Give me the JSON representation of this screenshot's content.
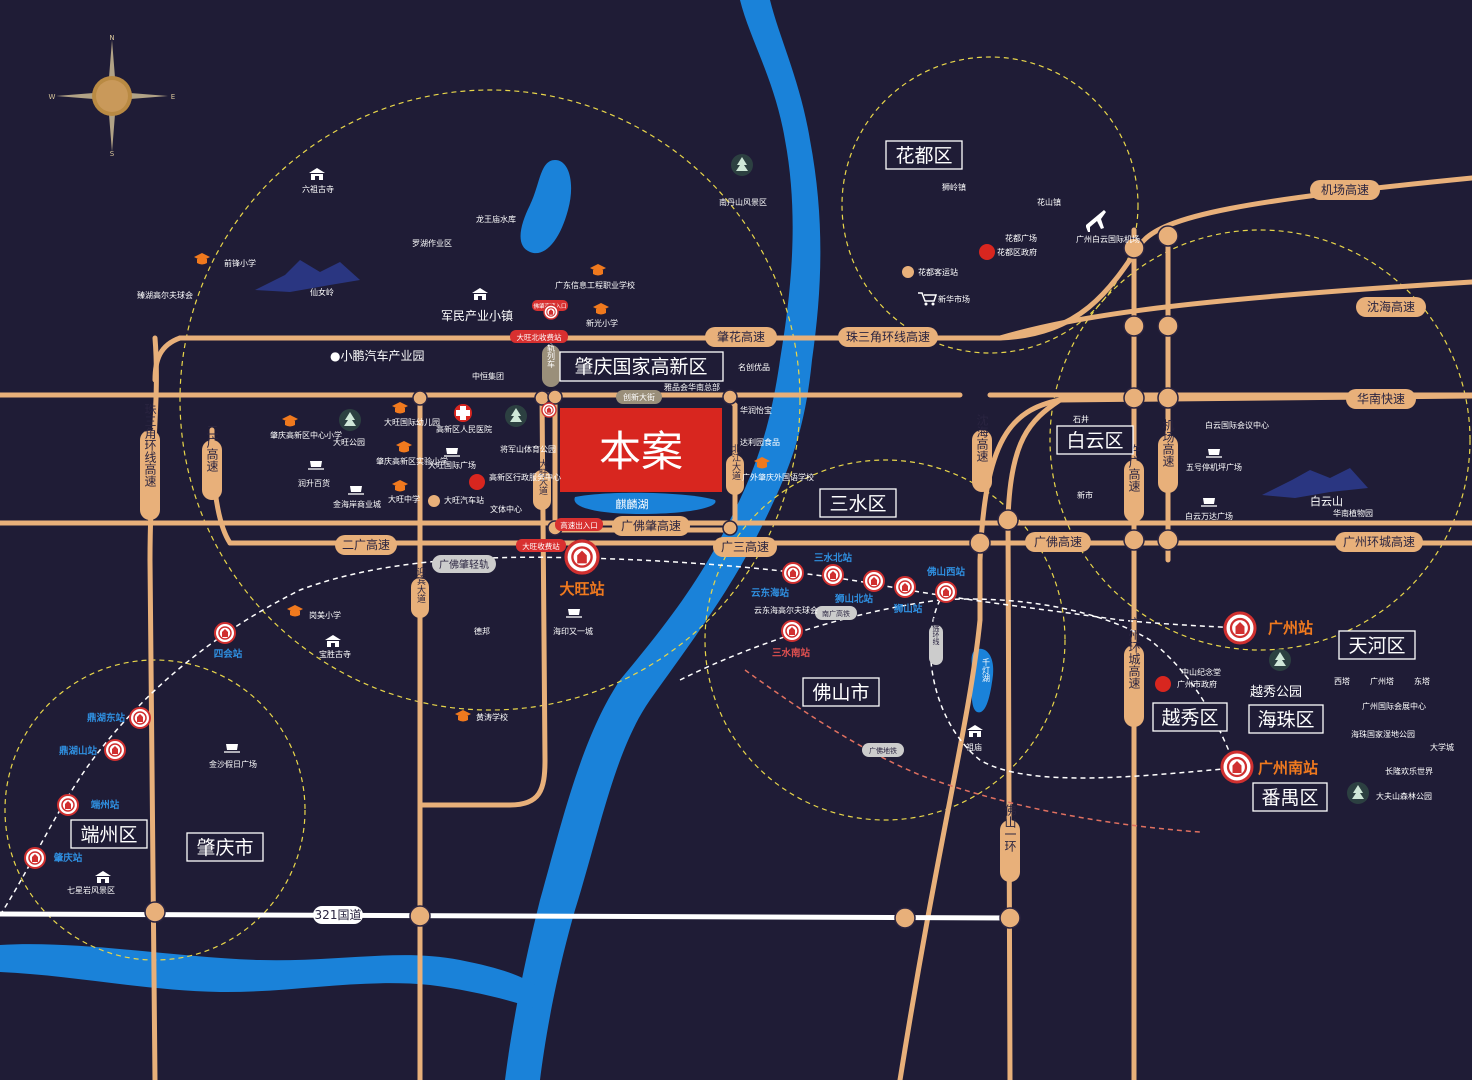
{
  "project": {
    "label": "本案",
    "lake": "麒麟湖"
  },
  "districts": {
    "huadu": "花都区",
    "baiyun": "白云区",
    "sanshui": "三水区",
    "foshan": "佛山市",
    "zhaoqing": "肇庆市",
    "duanzhou": "端州区",
    "yuexiu": "越秀区",
    "haizhu": "海珠区",
    "tianhe": "天河区",
    "panyu": "番禺区",
    "gaoxin": "肇庆国家高新区"
  },
  "roads": {
    "jichang": "机场高速",
    "zhaohua": "肇花高速",
    "zhusanjiao": "珠三角环线高速",
    "shenhai": "沈海高速",
    "huanan": "华南快速",
    "guangfo": "广佛高速",
    "guanghuan": "广州环城高速",
    "erguang": "二广高速",
    "sanjiao_v": "珠三角环线高速",
    "erguang_v": "二广高速",
    "guangsan": "广三高速",
    "guangfozhao": "广佛肇高速",
    "g321": "321国道",
    "shenhai_v": "沈海高速",
    "xuguang": "许广高速",
    "jichang_v": "机场高速",
    "guangzhou_v": "广州环城高速",
    "foshan1": "佛山一环",
    "yingbin": "迎宾大道",
    "dawang": "大旺大道",
    "beijiang": "北江大道",
    "chuangxin": "创新大街",
    "danggui": "单轨列车",
    "guangfozhao_rail": "广佛肇轻轨",
    "guangfo_rail": "广佛地铁",
    "nanguang": "南广高铁",
    "guangfo_huan": "广佛环线"
  },
  "tolls": {
    "north": "大旺北收费站",
    "main": "大旺收费站",
    "exit": "高速出入口",
    "jinqu": "佛肇高速入口"
  },
  "stations": {
    "dawang": "大旺站",
    "guangzhou": "广州站",
    "guangzhou_south": "广州南站",
    "sihui": "四会站",
    "dinghudong": "鼎湖东站",
    "dinghushan": "鼎湖山站",
    "duanzhou": "端州站",
    "zhaoqing": "肇庆站",
    "sanshuibei": "三水北站",
    "yundonghai": "云东海站",
    "shishanbei": "狮山北站",
    "shishan": "狮山站",
    "foshanxi": "佛山西站",
    "sanshuinan": "三水南站"
  },
  "pois": {
    "liuzu": "六祖古寺",
    "longwang": "龙王庙水库",
    "luohu": "罗湖作业区",
    "qianfeng": "前锋小学",
    "xiannv": "仙女岭",
    "zhenhu": "臻湖高尔夫球会",
    "nandan": "南丹山风景区",
    "gdxinxi": "广东信息工程职业学校",
    "xinguang": "新光小学",
    "junmin": "军民产业小镇",
    "xiaopeng": "●小鹏汽车产业园",
    "zhongheng": "中恒集团",
    "mingchuang": "名创优品",
    "yapin": "雅品会华南总部",
    "huarun": "华润怡宝",
    "dali": "达利园食品",
    "waiguoyu": "广外肇庆外国语学校",
    "gxzx": "肇庆高新区中心小学",
    "dwgj": "大旺国际幼儿园",
    "rmyy": "高新区人民医院",
    "jiangjun": "将军山体育公园",
    "dwgy": "大旺公园",
    "gxsy": "肇庆高新区实验小学",
    "dwgjgc": "大旺国际广场",
    "runsheng": "润升百货",
    "jinhai": "金海岸商业城",
    "dwzx": "大旺中学",
    "zhengwu": "高新区行政服务中心",
    "dwqc": "大旺汽车站",
    "wenti": "文体中心",
    "gangmei": "岗美小学",
    "baosheng": "宝胜古寺",
    "debang": "德邦",
    "haiyin": "海印又一城",
    "huangtao": "黄涛学校",
    "jinsha": "金沙假日广场",
    "qixing": "七星岩风景区",
    "shiling": "狮岭镇",
    "huashan": "花山镇",
    "huadugc": "花都广场",
    "huaduzf": "花都区政府",
    "baiyunjc": "广州白云国际机场",
    "huadukc": "花都客运站",
    "xinhua": "新华市场",
    "shijing": "石井",
    "bygj": "白云国际会议中心",
    "wuhao": "五号停机坪广场",
    "baiyunshan": "白云山",
    "xinshi": "新市",
    "wanda": "白云万达广场",
    "huanan_zw": "华南植物园",
    "yundonghai_golf": "云东海高尔夫球会",
    "qiandeng": "千灯湖",
    "zumiao": "祖庙",
    "zhongshan": "中山纪念堂",
    "gzzf": "广州市政府",
    "yuexiu_park": "越秀公园",
    "xita": "西塔",
    "gzta": "广州塔",
    "dongta": "东塔",
    "huizhan": "广州国际会展中心",
    "haizhu_sd": "海珠国家湿地公园",
    "daxuecheng": "大学城",
    "changlong": "长隆欢乐世界",
    "dafushan": "大夫山森林公园"
  },
  "compass": {
    "n": "N",
    "s": "S",
    "w": "W",
    "e": "E"
  }
}
